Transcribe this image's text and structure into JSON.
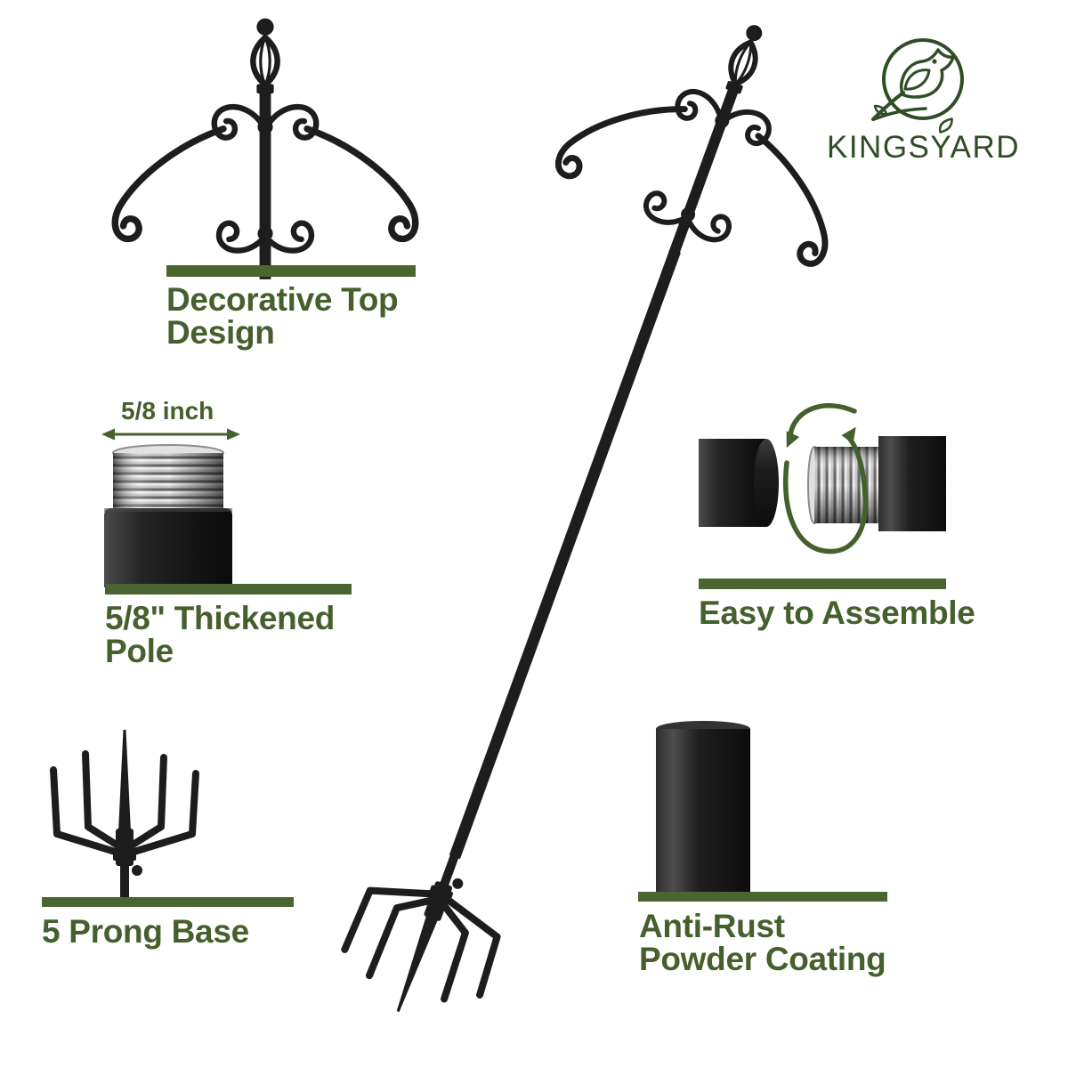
{
  "colors": {
    "accent_green": "#44602c",
    "bar_green": "#4a6630",
    "brand_green": "#2f4d26",
    "iron_black": "#1d1d1d"
  },
  "brand": {
    "name": "KINGSYARD",
    "logo_icon": "bird-in-circle-logo"
  },
  "features": [
    {
      "id": "decorative-top",
      "title_line1": "Decorative Top",
      "title_line2": "Design",
      "image": "decorative-top-illustration"
    },
    {
      "id": "thickened-pole",
      "dimension_label": "5/8 inch",
      "title_line1": "5/8\" Thickened",
      "title_line2": "Pole",
      "image": "threaded-pole-photo"
    },
    {
      "id": "easy-assemble",
      "title_line1": "Easy to Assemble",
      "image": "pole-joint-assembly-photo"
    },
    {
      "id": "prong-base",
      "title_line1": "5 Prong Base",
      "image": "five-prong-base-illustration"
    },
    {
      "id": "anti-rust",
      "title_line1": "Anti-Rust",
      "title_line2": "Powder Coating",
      "image": "powder-coated-pole-photo"
    }
  ],
  "product": {
    "image": "shepherd-hook-pole-full-view"
  }
}
